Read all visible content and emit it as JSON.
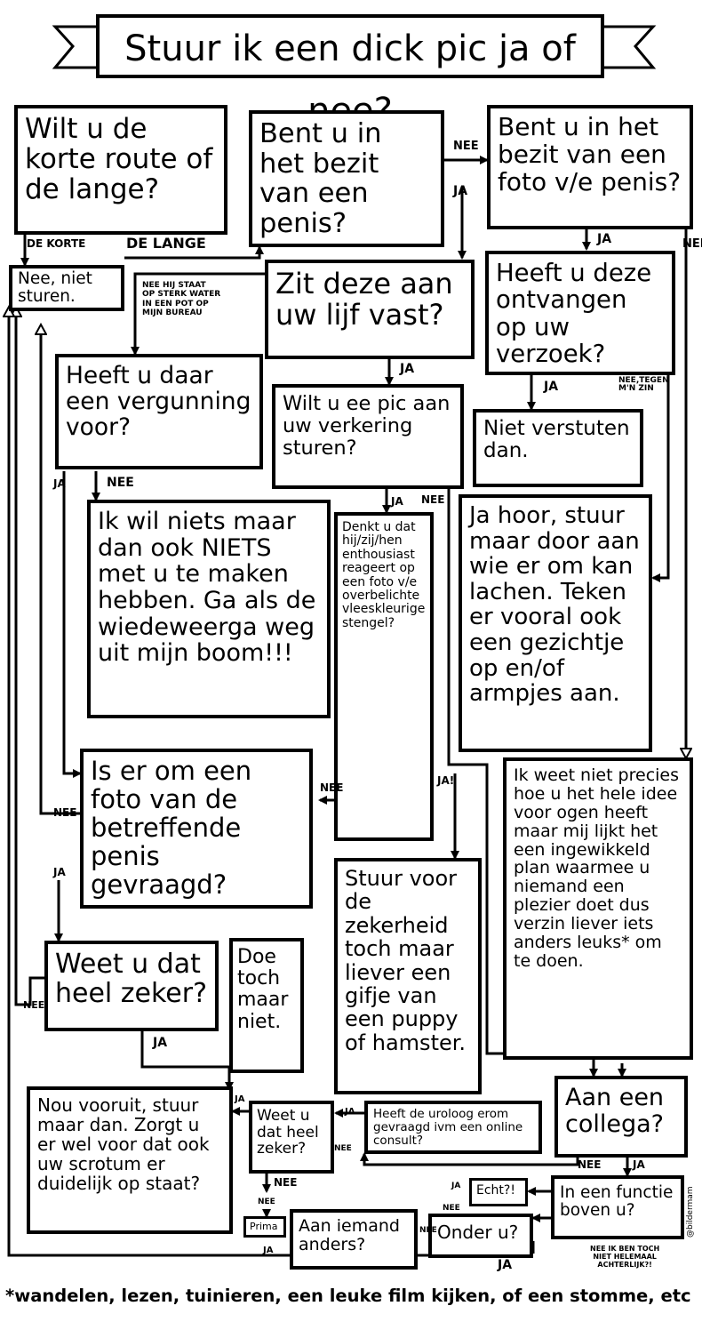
{
  "title": "Stuur ik een dick pic ja of nee?",
  "nodes": {
    "route": "Wilt u de korte route of de lange?",
    "bezit_penis": "Bent u in het bezit van een penis?",
    "bezit_foto": "Bent u in het bezit van een foto v/e penis?",
    "nee_niet_sturen": "Nee, niet sturen.",
    "lijf_vast": "Zit deze aan uw lijf vast?",
    "ontvangen": "Heeft u deze ontvangen op uw verzoek?",
    "vergunning": "Heeft u daar een vergunning voor?",
    "verkering": "Wilt u ee pic aan uw verkering sturen?",
    "niet_versturen": "Niet verstuten dan.",
    "niets_te_maken": "Ik wil niets maar dan ook NIETS met u te maken hebben. Ga als de wiedeweerga weg uit mijn boom!!!",
    "enthousiast": "Denkt u dat hij/zij/hen enthousiast reageert op een foto v/e overbelichte vleeskleurige stengel?",
    "ja_hoor": "Ja hoor, stuur maar door aan wie er om kan lachen. Teken er vooral ook een gezichtje op en/of armpjes aan.",
    "ingewikkeld": "Ik weet niet precies hoe u het hele idee voor ogen heeft maar mij lijkt het een ingewikkeld plan waarmee u niemand een plezier doet dus verzin liever iets anders leuks* om te doen.",
    "gevraagd": "Is er om een foto van de betreffende penis gevraagd?",
    "puppy": "Stuur voor de zekerheid toch maar liever een gifje van een puppy of hamster.",
    "heel_zeker": "Weet u dat heel zeker?",
    "doe_toch": "Doe toch maar niet.",
    "collega": "Aan een collega?",
    "nou_vooruit": "Nou vooruit, stuur maar dan. Zorgt u er wel voor dat ook uw scrotum er duidelijk op staat?",
    "heel_zeker_2": "Weet u dat heel zeker?",
    "uroloog": "Heeft de uroloog erom gevraagd ivm een online consult?",
    "echt": "Echt?!",
    "functie_boven": "In een functie boven u?",
    "prima": "Prima",
    "iemand_anders": "Aan iemand anders?",
    "onder_u": "Onder u?"
  },
  "labels": {
    "de_korte": "DE KORTE",
    "de_lange": "DE LANGE",
    "nee_1": "NEE",
    "ja_1": "JA",
    "nee_foto": "NEE",
    "ja_foto": "JA",
    "sterk_water": "NEE HIJ STAAT\nOP STERK WATER\nIN EEN POT OP\nMIJN BUREAU",
    "ja_lijf": "JA",
    "ja_ontv": "JA",
    "nee_tegen": "NEE,TEGEN\nM'N ZIN",
    "ja_verg": "JA",
    "nee_verg": "NEE",
    "ja_verk": "JA",
    "nee_verk": "NEE",
    "nee_enth": "NEE",
    "ja_enth": "JA!",
    "nee_gevr": "NEE",
    "ja_gevr": "JA",
    "nee_zeker": "NEE",
    "ja_zeker": "JA",
    "ja_nou": "JA",
    "ja_hz2": "JA",
    "nee_hz2": "NEE",
    "nee_uro": "NEE",
    "nee_col": "NEE",
    "ja_col": "JA",
    "ja_echt": "JA",
    "nee_echt": "NEE",
    "nee_prima": "NEE",
    "ja_prima": "JA",
    "nee_iemand": "NEE",
    "nee_onder": "NEE",
    "ja_bottom": "JA",
    "nee_boven": "NEE IK BEN TOCH\nNIET HELEMAAL\nACHTERLIJK?!"
  },
  "footer": "*wandelen, lezen, tuinieren, een leuke film kijken, of een stomme, etc",
  "credit": "@bildermam"
}
